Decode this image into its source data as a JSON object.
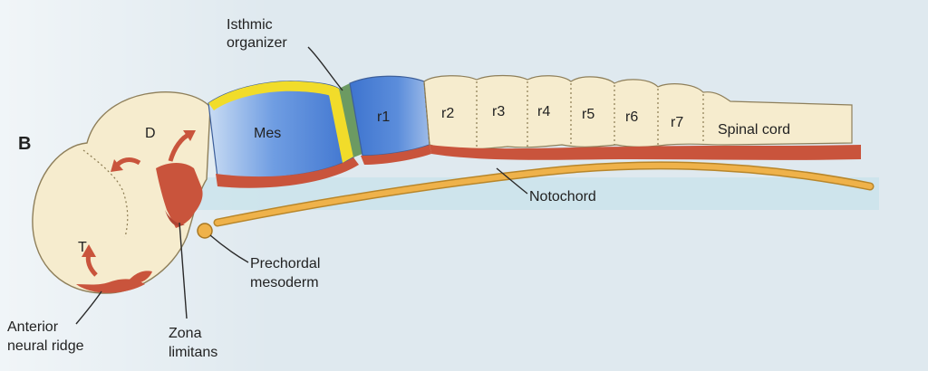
{
  "panel_label": "B",
  "regions": {
    "telencephalon": "T",
    "diencephalon": "D",
    "mesencephalon": "Mes",
    "r1": "r1",
    "r2": "r2",
    "r3": "r3",
    "r4": "r4",
    "r5": "r5",
    "r6": "r6",
    "r7": "r7",
    "spinal_cord": "Spinal cord"
  },
  "callouts": {
    "isthmic_organizer": [
      "Isthmic",
      "organizer"
    ],
    "notochord": "Notochord",
    "prechordal_mesoderm": [
      "Prechordal",
      "mesoderm"
    ],
    "zona_limitans": [
      "Zona",
      "limitans"
    ],
    "anterior_neural_ridge": [
      "Anterior",
      "neural ridge"
    ]
  },
  "colors": {
    "background": "#dfe9ef",
    "neural_tube": "#f6ecce",
    "signaling_red": "#c9543c",
    "mesencephalon_blue": "#4f84d6",
    "isthmic_yellow": "#f1dc2a",
    "isthmic_green": "#6c9a62",
    "notochord_orange": "#e9a940"
  }
}
